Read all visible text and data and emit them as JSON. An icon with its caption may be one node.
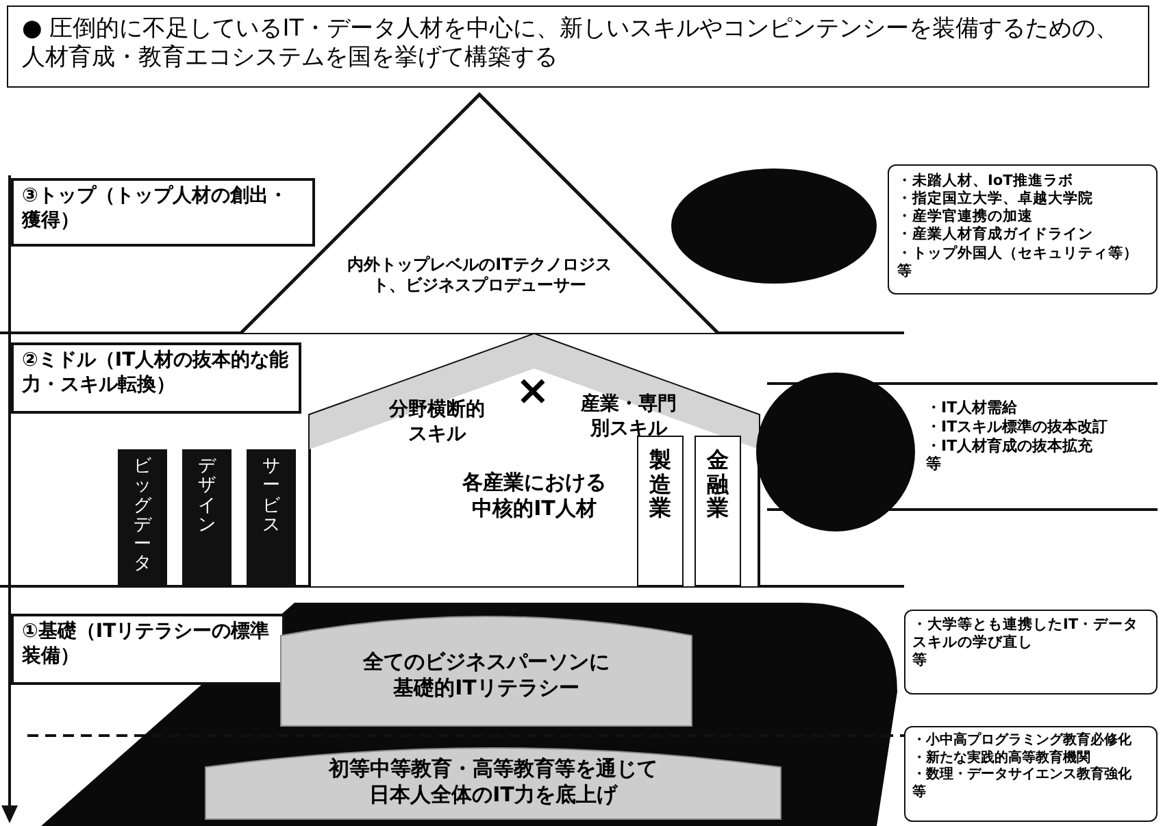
{
  "diagram": {
    "nodes": [
      {
        "text": [
          "● 圧倒的に不足しているIT・データ人材を中心に、新しいスキルやコンピンテンシーを装備するための、人材育成・教育エコシステムを国を挙げて構築する"
        ]
      },
      {
        "text": [
          "③トップ（トップ人材の創出・獲得）"
        ]
      },
      {
        "text": [
          "内外トップレベルのITテクノロジスト、ビジネスプロデューサー"
        ]
      },
      {
        "text": [
          "・未踏人材、IoT推進ラボ",
          "・指定国立大学、卓越大学院",
          "・産学官連携の加速",
          "・産業人材育成ガイドライン",
          "・トップ外国人（セキュリティ等）等"
        ]
      },
      {
        "text": [
          "②ミドル（IT人材の抜本的な能力・スキル転換）"
        ]
      },
      {
        "text": [
          "分野横断的スキル",
          "×",
          "産業・専門別スキル",
          "各産業における中核的IT人材"
        ]
      },
      {
        "text": [
          "ビッグデータ"
        ]
      },
      {
        "text": [
          "デザイン"
        ]
      },
      {
        "text": [
          "サービス"
        ]
      },
      {
        "text": [
          "製造業"
        ],
        "in": 5
      },
      {
        "text": [
          "金融業"
        ],
        "in": 5
      },
      {
        "text": [
          "・IT人材需給",
          "・ITスキル標準の抜本改訂",
          "・IT人材育成の抜本拡充",
          "等"
        ]
      },
      {
        "text": [
          "①基礎（ITリテラシーの標準装備）"
        ]
      },
      {
        "text": [
          "全てのビジネスパーソンに基礎的ITリテラシー"
        ]
      },
      {
        "text": [
          "初等中等教育・高等教育等を通じて日本人全体のIT力を底上げ"
        ]
      },
      {
        "text": [
          "・大学等とも連携したIT・データスキルの学び直し",
          "等"
        ]
      },
      {
        "text": [
          "・小中高プログラミング教育必修化",
          "・新たな実践的高等教育機関",
          "・数理・データサイエンス教育強化",
          "等"
        ]
      },
      {
        "text": [],
        "shape": "circle"
      },
      {
        "text": [],
        "shape": "circle"
      }
    ]
  }
}
